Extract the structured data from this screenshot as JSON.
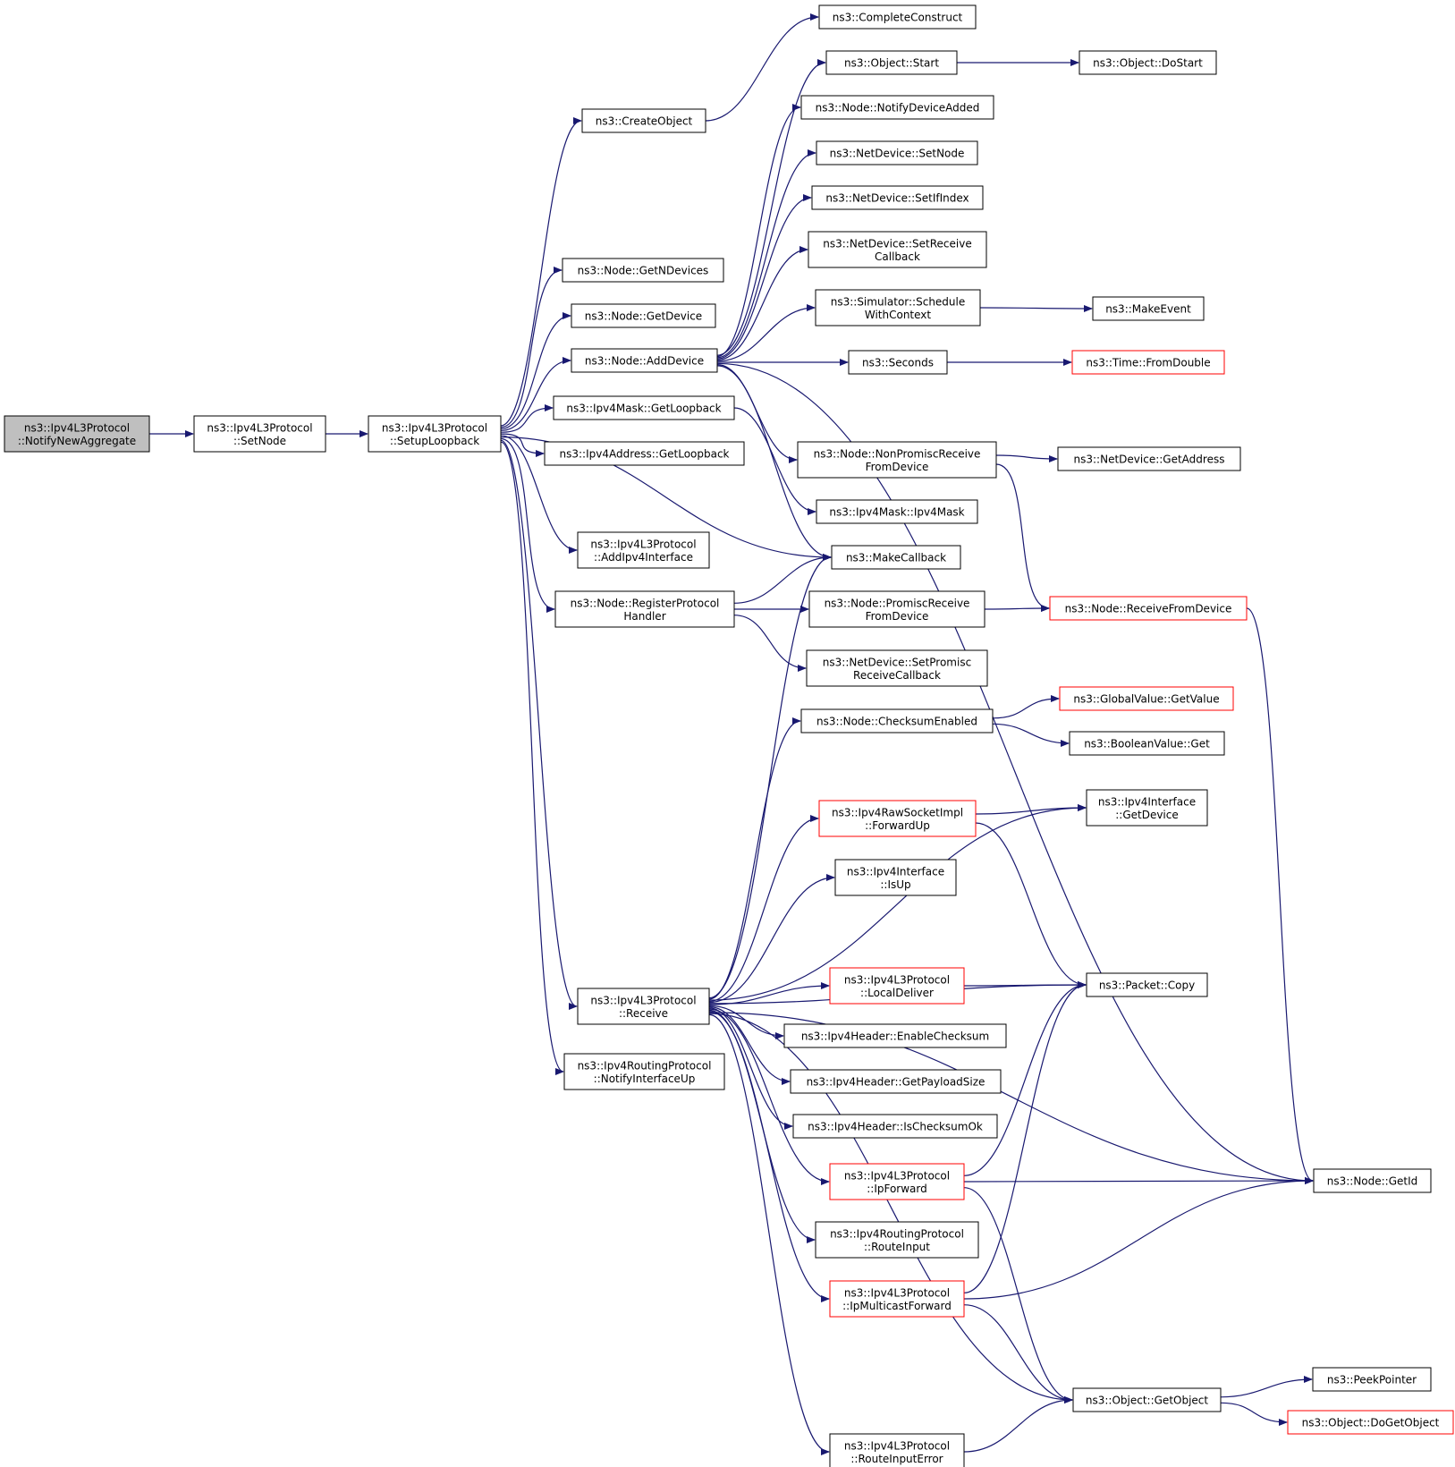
{
  "colors": {
    "edge": "#191970",
    "node_border": "#000000",
    "truncated_border": "#ff0000",
    "root_fill": "#bfbfbf",
    "node_fill": "#ffffff"
  },
  "nodes": [
    {
      "id": "notifynewaggregate",
      "lines": [
        "ns3::Ipv4L3Protocol",
        "::NotifyNewAggregate"
      ],
      "root": true
    },
    {
      "id": "setnode",
      "lines": [
        "ns3::Ipv4L3Protocol",
        "::SetNode"
      ]
    },
    {
      "id": "setuploopback",
      "lines": [
        "ns3::Ipv4L3Protocol",
        "::SetupLoopback"
      ]
    },
    {
      "id": "createobject",
      "lines": [
        "ns3::CreateObject"
      ]
    },
    {
      "id": "getndevices",
      "lines": [
        "ns3::Node::GetNDevices"
      ]
    },
    {
      "id": "node-getdevice",
      "lines": [
        "ns3::Node::GetDevice"
      ]
    },
    {
      "id": "adddevice",
      "lines": [
        "ns3::Node::AddDevice"
      ]
    },
    {
      "id": "mask-getloopback",
      "lines": [
        "ns3::Ipv4Mask::GetLoopback"
      ]
    },
    {
      "id": "addr-getloopback",
      "lines": [
        "ns3::Ipv4Address::GetLoopback"
      ]
    },
    {
      "id": "addipv4interface",
      "lines": [
        "ns3::Ipv4L3Protocol",
        "::AddIpv4Interface"
      ]
    },
    {
      "id": "registerprotocolhandler",
      "lines": [
        "ns3::Node::RegisterProtocol",
        "Handler"
      ]
    },
    {
      "id": "receive",
      "lines": [
        "ns3::Ipv4L3Protocol",
        "::Receive"
      ]
    },
    {
      "id": "notifyinterfaceup",
      "lines": [
        "ns3::Ipv4RoutingProtocol",
        "::NotifyInterfaceUp"
      ]
    },
    {
      "id": "completeconstruct",
      "lines": [
        "ns3::CompleteConstruct"
      ]
    },
    {
      "id": "object-start",
      "lines": [
        "ns3::Object::Start"
      ]
    },
    {
      "id": "object-dostart",
      "lines": [
        "ns3::Object::DoStart"
      ]
    },
    {
      "id": "notifydeviceadded",
      "lines": [
        "ns3::Node::NotifyDeviceAdded"
      ]
    },
    {
      "id": "netdevice-setnode",
      "lines": [
        "ns3::NetDevice::SetNode"
      ]
    },
    {
      "id": "setifindex",
      "lines": [
        "ns3::NetDevice::SetIfIndex"
      ]
    },
    {
      "id": "setreceivecallback",
      "lines": [
        "ns3::NetDevice::SetReceive",
        "Callback"
      ]
    },
    {
      "id": "schedulewithcontext",
      "lines": [
        "ns3::Simulator::Schedule",
        "WithContext"
      ]
    },
    {
      "id": "makeevent",
      "lines": [
        "ns3::MakeEvent"
      ]
    },
    {
      "id": "seconds",
      "lines": [
        "ns3::Seconds"
      ]
    },
    {
      "id": "fromdouble",
      "lines": [
        "ns3::Time::FromDouble"
      ],
      "truncated": true
    },
    {
      "id": "nonpromiscreceive",
      "lines": [
        "ns3::Node::NonPromiscReceive",
        "FromDevice"
      ]
    },
    {
      "id": "getaddress",
      "lines": [
        "ns3::NetDevice::GetAddress"
      ]
    },
    {
      "id": "ipv4mask",
      "lines": [
        "ns3::Ipv4Mask::Ipv4Mask"
      ]
    },
    {
      "id": "makecallback",
      "lines": [
        "ns3::MakeCallback"
      ]
    },
    {
      "id": "promiscreceive",
      "lines": [
        "ns3::Node::PromiscReceive",
        "FromDevice"
      ]
    },
    {
      "id": "receivefromdevice",
      "lines": [
        "ns3::Node::ReceiveFromDevice"
      ],
      "truncated": true
    },
    {
      "id": "setpromiscreceivecallback",
      "lines": [
        "ns3::NetDevice::SetPromisc",
        "ReceiveCallback"
      ]
    },
    {
      "id": "checksumenabled",
      "lines": [
        "ns3::Node::ChecksumEnabled"
      ]
    },
    {
      "id": "globalvalue-getvalue",
      "lines": [
        "ns3::GlobalValue::GetValue"
      ],
      "truncated": true
    },
    {
      "id": "booleanvalue-get",
      "lines": [
        "ns3::BooleanValue::Get"
      ]
    },
    {
      "id": "ipv4interface-getdevice",
      "lines": [
        "ns3::Ipv4Interface",
        "::GetDevice"
      ]
    },
    {
      "id": "forwardup",
      "lines": [
        "ns3::Ipv4RawSocketImpl",
        "::ForwardUp"
      ],
      "truncated": true
    },
    {
      "id": "isup",
      "lines": [
        "ns3::Ipv4Interface",
        "::IsUp"
      ]
    },
    {
      "id": "localdeliver",
      "lines": [
        "ns3::Ipv4L3Protocol",
        "::LocalDeliver"
      ],
      "truncated": true
    },
    {
      "id": "packet-copy",
      "lines": [
        "ns3::Packet::Copy"
      ]
    },
    {
      "id": "enablechecksum",
      "lines": [
        "ns3::Ipv4Header::EnableChecksum"
      ]
    },
    {
      "id": "getpayloadsize",
      "lines": [
        "ns3::Ipv4Header::GetPayloadSize"
      ]
    },
    {
      "id": "ischecksumok",
      "lines": [
        "ns3::Ipv4Header::IsChecksumOk"
      ]
    },
    {
      "id": "ipforward",
      "lines": [
        "ns3::Ipv4L3Protocol",
        "::IpForward"
      ],
      "truncated": true
    },
    {
      "id": "node-getid",
      "lines": [
        "ns3::Node::GetId"
      ]
    },
    {
      "id": "routeinput",
      "lines": [
        "ns3::Ipv4RoutingProtocol",
        "::RouteInput"
      ]
    },
    {
      "id": "ipmulticastforward",
      "lines": [
        "ns3::Ipv4L3Protocol",
        "::IpMulticastForward"
      ],
      "truncated": true
    },
    {
      "id": "getobject",
      "lines": [
        "ns3::Object::GetObject"
      ]
    },
    {
      "id": "peekpointer",
      "lines": [
        "ns3::PeekPointer"
      ]
    },
    {
      "id": "dogetobject",
      "lines": [
        "ns3::Object::DoGetObject"
      ],
      "truncated": true
    },
    {
      "id": "routeinputerror",
      "lines": [
        "ns3::Ipv4L3Protocol",
        "::RouteInputError"
      ]
    }
  ],
  "edges": [
    [
      "notifynewaggregate",
      "setnode"
    ],
    [
      "setnode",
      "setuploopback"
    ],
    [
      "setuploopback",
      "createobject"
    ],
    [
      "setuploopback",
      "getndevices"
    ],
    [
      "setuploopback",
      "node-getdevice"
    ],
    [
      "setuploopback",
      "adddevice"
    ],
    [
      "setuploopback",
      "mask-getloopback"
    ],
    [
      "setuploopback",
      "addr-getloopback"
    ],
    [
      "setuploopback",
      "addipv4interface"
    ],
    [
      "setuploopback",
      "makecallback"
    ],
    [
      "setuploopback",
      "registerprotocolhandler"
    ],
    [
      "setuploopback",
      "receive"
    ],
    [
      "setuploopback",
      "notifyinterfaceup"
    ],
    [
      "createobject",
      "completeconstruct"
    ],
    [
      "adddevice",
      "object-start"
    ],
    [
      "adddevice",
      "notifydeviceadded"
    ],
    [
      "adddevice",
      "netdevice-setnode"
    ],
    [
      "adddevice",
      "setifindex"
    ],
    [
      "adddevice",
      "setreceivecallback"
    ],
    [
      "adddevice",
      "schedulewithcontext"
    ],
    [
      "adddevice",
      "seconds"
    ],
    [
      "adddevice",
      "node-getid"
    ],
    [
      "adddevice",
      "nonpromiscreceive"
    ],
    [
      "adddevice",
      "makecallback"
    ],
    [
      "object-start",
      "object-dostart"
    ],
    [
      "schedulewithcontext",
      "makeevent"
    ],
    [
      "seconds",
      "fromdouble"
    ],
    [
      "nonpromiscreceive",
      "getaddress"
    ],
    [
      "nonpromiscreceive",
      "receivefromdevice"
    ],
    [
      "mask-getloopback",
      "ipv4mask"
    ],
    [
      "registerprotocolhandler",
      "makecallback"
    ],
    [
      "registerprotocolhandler",
      "promiscreceive"
    ],
    [
      "registerprotocolhandler",
      "setpromiscreceivecallback"
    ],
    [
      "promiscreceive",
      "receivefromdevice"
    ],
    [
      "receivefromdevice",
      "node-getid"
    ],
    [
      "receive",
      "makecallback"
    ],
    [
      "receive",
      "checksumenabled"
    ],
    [
      "receive",
      "ipv4interface-getdevice"
    ],
    [
      "receive",
      "forwardup"
    ],
    [
      "receive",
      "isup"
    ],
    [
      "receive",
      "packet-copy"
    ],
    [
      "receive",
      "localdeliver"
    ],
    [
      "receive",
      "enablechecksum"
    ],
    [
      "receive",
      "getpayloadsize"
    ],
    [
      "receive",
      "ischecksumok"
    ],
    [
      "receive",
      "ipforward"
    ],
    [
      "receive",
      "routeinput"
    ],
    [
      "receive",
      "ipmulticastforward"
    ],
    [
      "receive",
      "node-getid"
    ],
    [
      "receive",
      "getobject"
    ],
    [
      "receive",
      "routeinputerror"
    ],
    [
      "checksumenabled",
      "globalvalue-getvalue"
    ],
    [
      "checksumenabled",
      "booleanvalue-get"
    ],
    [
      "forwardup",
      "ipv4interface-getdevice"
    ],
    [
      "forwardup",
      "packet-copy"
    ],
    [
      "localdeliver",
      "packet-copy"
    ],
    [
      "ipforward",
      "packet-copy"
    ],
    [
      "ipforward",
      "node-getid"
    ],
    [
      "ipforward",
      "getobject"
    ],
    [
      "ipmulticastforward",
      "packet-copy"
    ],
    [
      "ipmulticastforward",
      "node-getid"
    ],
    [
      "ipmulticastforward",
      "getobject"
    ],
    [
      "routeinputerror",
      "getobject"
    ],
    [
      "getobject",
      "peekpointer"
    ],
    [
      "getobject",
      "dogetobject"
    ]
  ]
}
